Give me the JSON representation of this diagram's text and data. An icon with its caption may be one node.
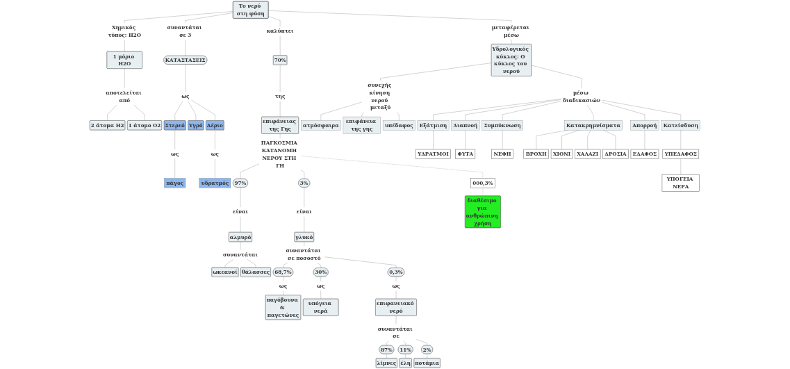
{
  "diagram": {
    "nodes": [
      {
        "text": [
          "Το νερό στη φύση"
        ]
      },
      {
        "text": [
          "Χημικός τύπος: H2O"
        ]
      },
      {
        "text": [
          "συναντάται σε 3"
        ]
      },
      {
        "text": [
          "καλύπτει"
        ]
      },
      {
        "text": [
          "μεταφέρεται μέσω"
        ]
      },
      {
        "text": [
          "70%"
        ]
      },
      {
        "text": [
          "της"
        ]
      },
      {
        "text": [
          "επιφάνειας της Γης"
        ]
      },
      {
        "text": [
          "ΠΑΓΚΟΣΜΙΑ ΚΑΤΑΝΟΜΗ ΝΕΡΟΥ ΣΤΗ ΓΗ"
        ]
      },
      {
        "text": [
          "Υδρολογικός κύκλος: Ο κύκλος του νερού"
        ]
      },
      {
        "text": [
          "1 μόριο H2O"
        ]
      },
      {
        "text": [
          "αποτελείται από"
        ]
      },
      {
        "text": [
          "2 άτομα H2"
        ]
      },
      {
        "text": [
          "1 άτομο O2"
        ]
      },
      {
        "text": [
          "ΚΑΤΑΣΤΑΣΕΙΣ"
        ]
      },
      {
        "text": [
          "ως"
        ]
      },
      {
        "text": [
          "Στερεό"
        ]
      },
      {
        "text": [
          "Υγρό"
        ]
      },
      {
        "text": [
          "Αέριο"
        ]
      },
      {
        "text": [
          "ως"
        ]
      },
      {
        "text": [
          "πάγος"
        ]
      },
      {
        "text": [
          "ως"
        ]
      },
      {
        "text": [
          "υδρατμός"
        ]
      },
      {
        "text": [
          "97%"
        ]
      },
      {
        "text": [
          "3%"
        ]
      },
      {
        "text": [
          "είναι"
        ]
      },
      {
        "text": [
          "αλμυρό"
        ]
      },
      {
        "text": [
          "συναντάται"
        ]
      },
      {
        "text": [
          "ωκεανοί"
        ]
      },
      {
        "text": [
          "θάλασσες"
        ]
      },
      {
        "text": [
          "είναι"
        ]
      },
      {
        "text": [
          "γλυκό"
        ]
      },
      {
        "text": [
          "συναντάται σε ποσοστό"
        ]
      },
      {
        "text": [
          "68,7%"
        ]
      },
      {
        "text": [
          "30%"
        ]
      },
      {
        "text": [
          "0,3%"
        ]
      },
      {
        "text": [
          "ως"
        ]
      },
      {
        "text": [
          "παγόβουνα & παγετώνες"
        ]
      },
      {
        "text": [
          "ως"
        ]
      },
      {
        "text": [
          "υπόγεια νερά"
        ]
      },
      {
        "text": [
          "ως"
        ]
      },
      {
        "text": [
          "επιφανειακό νερό"
        ]
      },
      {
        "text": [
          "συναντάται σε"
        ]
      },
      {
        "text": [
          "87%"
        ]
      },
      {
        "text": [
          "11%"
        ]
      },
      {
        "text": [
          "2%"
        ]
      },
      {
        "text": [
          "λίμνες"
        ]
      },
      {
        "text": [
          "έλη"
        ]
      },
      {
        "text": [
          "ποτάμια"
        ]
      },
      {
        "text": [
          "000,3%"
        ]
      },
      {
        "text": [
          "διαθέσιμο για ανθρώπινη χρήση"
        ]
      },
      {
        "text": [
          "συνεχής κίνηση νερού μεταξύ"
        ]
      },
      {
        "text": [
          "ατμόσφαιρα"
        ]
      },
      {
        "text": [
          "επιφάνεια της γης"
        ]
      },
      {
        "text": [
          "υπέδαφος"
        ]
      },
      {
        "text": [
          "μέσω διαδικασιών"
        ]
      },
      {
        "text": [
          "Εξάτμιση"
        ]
      },
      {
        "text": [
          "ΥΔΡΑΤΜΟΙ"
        ]
      },
      {
        "text": [
          "Διαπνοή"
        ]
      },
      {
        "text": [
          "ΦΥΤΑ"
        ]
      },
      {
        "text": [
          "Συμπύκνωση"
        ]
      },
      {
        "text": [
          "ΝΕΦΗ"
        ]
      },
      {
        "text": [
          "Κατακρημνίσματα"
        ]
      },
      {
        "text": [
          "ΒΡΟΧΗ"
        ]
      },
      {
        "text": [
          "ΧΙΟΝΙ"
        ]
      },
      {
        "text": [
          "ΧΑΛΑΖΙ"
        ]
      },
      {
        "text": [
          "ΔΡΟΣΙΑ"
        ]
      },
      {
        "text": [
          "Απορροή"
        ]
      },
      {
        "text": [
          "ΕΔΑΦΟΣ"
        ]
      },
      {
        "text": [
          "Κατείσδυση"
        ]
      },
      {
        "text": [
          "ΥΠΕΔΑΦΟΣ"
        ]
      },
      {
        "text": [
          "ΥΠΟΓΕΙΑ ΝΕΡΑ"
        ]
      }
    ],
    "edges": [
      {
        "from": 0,
        "to": 1,
        "arrow": "none"
      },
      {
        "from": 1,
        "to": 10,
        "arrow": "none"
      },
      {
        "from": 10,
        "to": 11,
        "arrow": "none"
      },
      {
        "from": 11,
        "to": 12,
        "arrow": "none"
      },
      {
        "from": 11,
        "to": 13,
        "arrow": "none"
      },
      {
        "from": 0,
        "to": 2,
        "arrow": "none"
      },
      {
        "from": 2,
        "to": 14,
        "arrow": "none"
      },
      {
        "from": 14,
        "to": 15,
        "arrow": "none"
      },
      {
        "from": 15,
        "to": 16,
        "arrow": "none"
      },
      {
        "from": 15,
        "to": 17,
        "arrow": "none"
      },
      {
        "from": 15,
        "to": 18,
        "arrow": "none"
      },
      {
        "from": 16,
        "to": 19,
        "arrow": "none"
      },
      {
        "from": 19,
        "to": 20,
        "arrow": "none"
      },
      {
        "from": 18,
        "to": 21,
        "arrow": "none"
      },
      {
        "from": 21,
        "to": 22,
        "arrow": "none"
      },
      {
        "from": 0,
        "to": 3,
        "arrow": "none"
      },
      {
        "from": 3,
        "to": 5,
        "arrow": "none"
      },
      {
        "from": 5,
        "to": 6,
        "arrow": "none"
      },
      {
        "from": 6,
        "to": 7,
        "arrow": "none"
      },
      {
        "from": 7,
        "to": 8,
        "arrow": "none"
      },
      {
        "from": 8,
        "to": 23,
        "arrow": "none"
      },
      {
        "from": 8,
        "to": 24,
        "arrow": "none"
      },
      {
        "from": 23,
        "to": 25,
        "arrow": "none"
      },
      {
        "from": 25,
        "to": 26,
        "arrow": "none"
      },
      {
        "from": 26,
        "to": 27,
        "arrow": "none"
      },
      {
        "from": 27,
        "to": 28,
        "arrow": "none"
      },
      {
        "from": 27,
        "to": 29,
        "arrow": "none"
      },
      {
        "from": 24,
        "to": 30,
        "arrow": "none"
      },
      {
        "from": 30,
        "to": 31,
        "arrow": "none"
      },
      {
        "from": 31,
        "to": 32,
        "arrow": "none"
      },
      {
        "from": 32,
        "to": 33,
        "arrow": "none"
      },
      {
        "from": 32,
        "to": 34,
        "arrow": "none"
      },
      {
        "from": 32,
        "to": 35,
        "arrow": "none"
      },
      {
        "from": 33,
        "to": 36,
        "arrow": "none"
      },
      {
        "from": 36,
        "to": 37,
        "arrow": "none"
      },
      {
        "from": 34,
        "to": 38,
        "arrow": "none"
      },
      {
        "from": 38,
        "to": 39,
        "arrow": "none"
      },
      {
        "from": 35,
        "to": 40,
        "arrow": "none"
      },
      {
        "from": 40,
        "to": 41,
        "arrow": "none"
      },
      {
        "from": 41,
        "to": 42,
        "arrow": "none"
      },
      {
        "from": 42,
        "to": 43,
        "arrow": "none"
      },
      {
        "from": 42,
        "to": 44,
        "arrow": "none"
      },
      {
        "from": 42,
        "to": 45,
        "arrow": "none"
      },
      {
        "from": 43,
        "to": 46,
        "arrow": "none"
      },
      {
        "from": 44,
        "to": 47,
        "arrow": "none"
      },
      {
        "from": 45,
        "to": 48,
        "arrow": "none"
      },
      {
        "from": 8,
        "to": 49,
        "arrow": "none",
        "style": "dashed"
      },
      {
        "from": 49,
        "to": 50,
        "arrow": "none",
        "style": "dashed"
      },
      {
        "from": 0,
        "to": 4,
        "arrow": "none"
      },
      {
        "from": 4,
        "to": 9,
        "arrow": "none"
      },
      {
        "from": 9,
        "to": 51,
        "arrow": "none"
      },
      {
        "from": 51,
        "to": 52,
        "arrow": "none"
      },
      {
        "from": 51,
        "to": 53,
        "arrow": "none"
      },
      {
        "from": 51,
        "to": 54,
        "arrow": "none"
      },
      {
        "from": 9,
        "to": 55,
        "arrow": "none"
      },
      {
        "from": 55,
        "to": 56,
        "arrow": "none"
      },
      {
        "from": 55,
        "to": 58,
        "arrow": "none"
      },
      {
        "from": 55,
        "to": 60,
        "arrow": "none"
      },
      {
        "from": 55,
        "to": 62,
        "arrow": "none"
      },
      {
        "from": 55,
        "to": 67,
        "arrow": "none"
      },
      {
        "from": 55,
        "to": 69,
        "arrow": "none"
      },
      {
        "from": 56,
        "to": 57,
        "arrow": "none"
      },
      {
        "from": 58,
        "to": 59,
        "arrow": "none"
      },
      {
        "from": 60,
        "to": 61,
        "arrow": "none"
      },
      {
        "from": 62,
        "to": 63,
        "arrow": "none"
      },
      {
        "from": 62,
        "to": 64,
        "arrow": "none"
      },
      {
        "from": 62,
        "to": 65,
        "arrow": "none"
      },
      {
        "from": 62,
        "to": 66,
        "arrow": "none"
      },
      {
        "from": 67,
        "to": 68,
        "arrow": "none"
      },
      {
        "from": 69,
        "to": 70,
        "arrow": "none"
      },
      {
        "from": 70,
        "to": 71,
        "arrow": "none"
      }
    ]
  }
}
